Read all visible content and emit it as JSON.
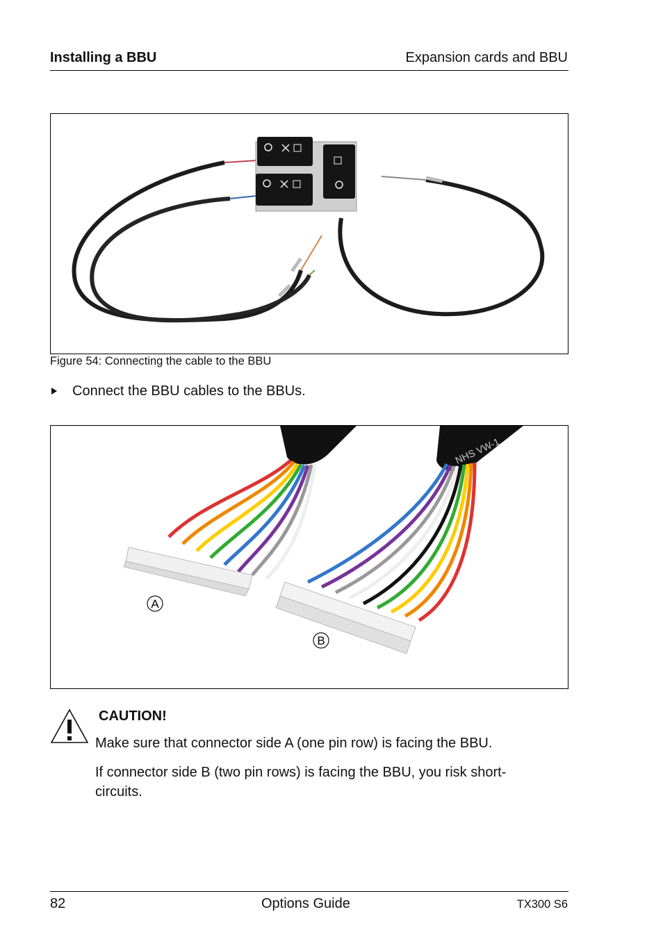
{
  "header": {
    "section_title": "Installing a BBU",
    "chapter_title": "Expansion cards and BBU"
  },
  "figure_top": {
    "caption": "Figure 54: Connecting the cable to the BBU"
  },
  "step": {
    "text": "Connect the BBU cables to the BBUs."
  },
  "figure_bottom": {
    "label_a": "A",
    "label_b": "B",
    "cable_print": "NHS VW-1"
  },
  "caution": {
    "title": "CAUTION!",
    "paragraph1": "Make sure that connector side A (one pin row) is facing the BBU.",
    "paragraph2": "If connector side B (two pin rows) is facing the BBU, you risk short-circuits."
  },
  "footer": {
    "page_number": "82",
    "center": "Options Guide",
    "right": "TX300 S6"
  }
}
